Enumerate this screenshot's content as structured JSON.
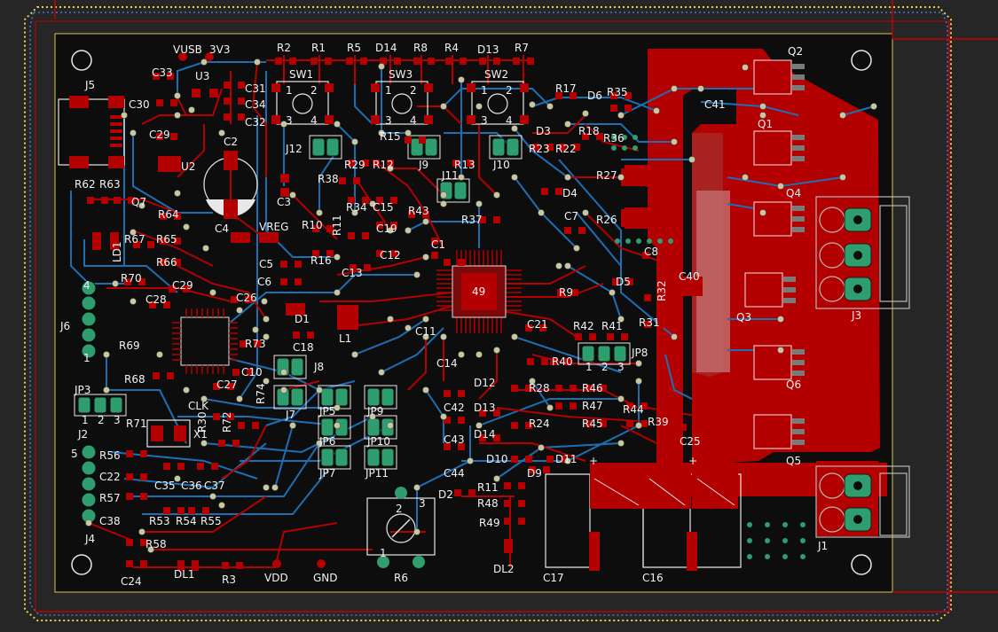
{
  "colors": {
    "background": "#262626",
    "board": "#0d0d0d",
    "front_copper": "#b30000",
    "back_copper": "#1e6eb4",
    "silkscreen": "#f2f2f2",
    "pad_green": "#2e9e6e",
    "via": "#c8c8a0",
    "edge_cuts": "#e8d24a",
    "outline_red": "#c00000"
  },
  "ic_label": "49",
  "labels": [
    {
      "id": "R2",
      "text": "R2"
    },
    {
      "id": "R1",
      "text": "R1"
    },
    {
      "id": "R5",
      "text": "R5"
    },
    {
      "id": "D14a",
      "text": "D14"
    },
    {
      "id": "R8",
      "text": "R8"
    },
    {
      "id": "R4",
      "text": "R4"
    },
    {
      "id": "D13a",
      "text": "D13"
    },
    {
      "id": "R7",
      "text": "R7"
    },
    {
      "id": "Q2",
      "text": "Q2"
    },
    {
      "id": "VUSB",
      "text": "VUSB"
    },
    {
      "id": "3V3",
      "text": "3V3"
    },
    {
      "id": "C33",
      "text": "C33"
    },
    {
      "id": "U3",
      "text": "U3"
    },
    {
      "id": "SW1",
      "text": "SW1"
    },
    {
      "id": "SW3",
      "text": "SW3"
    },
    {
      "id": "SW2",
      "text": "SW2"
    },
    {
      "id": "R17",
      "text": "R17"
    },
    {
      "id": "D6",
      "text": "D6"
    },
    {
      "id": "R35",
      "text": "R35"
    },
    {
      "id": "C41",
      "text": "C41"
    },
    {
      "id": "J5",
      "text": "J5"
    },
    {
      "id": "C31",
      "text": "C31"
    },
    {
      "id": "C30",
      "text": "C30"
    },
    {
      "id": "C34",
      "text": "C34"
    },
    {
      "id": "C32",
      "text": "C32"
    },
    {
      "id": "Q1",
      "text": "Q1"
    },
    {
      "id": "C29",
      "text": "C29"
    },
    {
      "id": "D3",
      "text": "D3"
    },
    {
      "id": "R18",
      "text": "R18"
    },
    {
      "id": "R36",
      "text": "R36"
    },
    {
      "id": "C2",
      "text": "C2"
    },
    {
      "id": "J12",
      "text": "J12"
    },
    {
      "id": "R15",
      "text": "R15"
    },
    {
      "id": "R23",
      "text": "R23"
    },
    {
      "id": "R22",
      "text": "R22"
    },
    {
      "id": "U2",
      "text": "U2"
    },
    {
      "id": "R29",
      "text": "R29"
    },
    {
      "id": "R12",
      "text": "R12"
    },
    {
      "id": "J9",
      "text": "J9"
    },
    {
      "id": "R13",
      "text": "R13"
    },
    {
      "id": "J10",
      "text": "J10"
    },
    {
      "id": "R27",
      "text": "R27"
    },
    {
      "id": "R62",
      "text": "R62"
    },
    {
      "id": "R63",
      "text": "R63"
    },
    {
      "id": "R38",
      "text": "R38"
    },
    {
      "id": "J11",
      "text": "J11"
    },
    {
      "id": "D4",
      "text": "D4"
    },
    {
      "id": "Q4",
      "text": "Q4"
    },
    {
      "id": "Q7",
      "text": "Q7"
    },
    {
      "id": "C3",
      "text": "C3"
    },
    {
      "id": "R34",
      "text": "R34"
    },
    {
      "id": "C15",
      "text": "C15"
    },
    {
      "id": "R64",
      "text": "R64"
    },
    {
      "id": "R43",
      "text": "R43"
    },
    {
      "id": "R37",
      "text": "R37"
    },
    {
      "id": "C7",
      "text": "C7"
    },
    {
      "id": "R26",
      "text": "R26"
    },
    {
      "id": "VREG",
      "text": "VREG"
    },
    {
      "id": "R10",
      "text": "R10"
    },
    {
      "id": "R11",
      "text": "R11"
    },
    {
      "id": "C19",
      "text": "C19"
    },
    {
      "id": "C4",
      "text": "C4"
    },
    {
      "id": "R67",
      "text": "R67"
    },
    {
      "id": "R65",
      "text": "R65"
    },
    {
      "id": "LD1",
      "text": "LD1"
    },
    {
      "id": "C1",
      "text": "C1"
    },
    {
      "id": "C12",
      "text": "C12"
    },
    {
      "id": "C5",
      "text": "C5"
    },
    {
      "id": "R16",
      "text": "R16"
    },
    {
      "id": "R66",
      "text": "R66"
    },
    {
      "id": "C8",
      "text": "C8"
    },
    {
      "id": "J3",
      "text": "J3"
    },
    {
      "id": "C13",
      "text": "C13"
    },
    {
      "id": "C6",
      "text": "C6"
    },
    {
      "id": "R70",
      "text": "R70"
    },
    {
      "id": "C40",
      "text": "C40"
    },
    {
      "id": "C29b",
      "text": "C29"
    },
    {
      "id": "D5",
      "text": "D5"
    },
    {
      "id": "R32",
      "text": "R32"
    },
    {
      "id": "C28",
      "text": "C28"
    },
    {
      "id": "C26",
      "text": "C26"
    },
    {
      "id": "R9",
      "text": "R9"
    },
    {
      "id": "D1",
      "text": "D1"
    },
    {
      "id": "Q3",
      "text": "Q3"
    },
    {
      "id": "J6",
      "text": "J6"
    },
    {
      "id": "R42",
      "text": "R42"
    },
    {
      "id": "R41",
      "text": "R41"
    },
    {
      "id": "C21",
      "text": "C21"
    },
    {
      "id": "R31",
      "text": "R31"
    },
    {
      "id": "L1",
      "text": "L1"
    },
    {
      "id": "C11",
      "text": "C11"
    },
    {
      "id": "R69",
      "text": "R69"
    },
    {
      "id": "R73",
      "text": "R73"
    },
    {
      "id": "C18",
      "text": "C18"
    },
    {
      "id": "JP8",
      "text": "JP8"
    },
    {
      "id": "R40",
      "text": "R40"
    },
    {
      "id": "C14",
      "text": "C14"
    },
    {
      "id": "J8",
      "text": "J8"
    },
    {
      "id": "C10",
      "text": "C10"
    },
    {
      "id": "Q6",
      "text": "Q6"
    },
    {
      "id": "R68",
      "text": "R68"
    },
    {
      "id": "C27",
      "text": "C27"
    },
    {
      "id": "D12",
      "text": "D12"
    },
    {
      "id": "R28",
      "text": "R28"
    },
    {
      "id": "R46",
      "text": "R46"
    },
    {
      "id": "JP3",
      "text": "JP3"
    },
    {
      "id": "R74",
      "text": "R74"
    },
    {
      "id": "CLK",
      "text": "CLK"
    },
    {
      "id": "C42",
      "text": "C42"
    },
    {
      "id": "D13",
      "text": "D13"
    },
    {
      "id": "R47",
      "text": "R47"
    },
    {
      "id": "R44",
      "text": "R44"
    },
    {
      "id": "J7",
      "text": "J7"
    },
    {
      "id": "JP5",
      "text": "JP5"
    },
    {
      "id": "JP9",
      "text": "JP9"
    },
    {
      "id": "R24",
      "text": "R24"
    },
    {
      "id": "R45",
      "text": "R45"
    },
    {
      "id": "R39",
      "text": "R39"
    },
    {
      "id": "R71",
      "text": "R71"
    },
    {
      "id": "X1",
      "text": "X1"
    },
    {
      "id": "R30",
      "text": "R30"
    },
    {
      "id": "R72",
      "text": "R72"
    },
    {
      "id": "C43",
      "text": "C43"
    },
    {
      "id": "D14",
      "text": "D14"
    },
    {
      "id": "C25",
      "text": "C25"
    },
    {
      "id": "JP6",
      "text": "JP6"
    },
    {
      "id": "JP10",
      "text": "JP10"
    },
    {
      "id": "J2",
      "text": "J2"
    },
    {
      "id": "R56",
      "text": "R56"
    },
    {
      "id": "D10",
      "text": "D10"
    },
    {
      "id": "D11",
      "text": "D11"
    },
    {
      "id": "Q5",
      "text": "Q5"
    },
    {
      "id": "C22",
      "text": "C22"
    },
    {
      "id": "C44",
      "text": "C44"
    },
    {
      "id": "D9",
      "text": "D9"
    },
    {
      "id": "JP7",
      "text": "JP7"
    },
    {
      "id": "JP11",
      "text": "JP11"
    },
    {
      "id": "C35",
      "text": "C35"
    },
    {
      "id": "C36",
      "text": "C36"
    },
    {
      "id": "C37",
      "text": "C37"
    },
    {
      "id": "R57",
      "text": "R57"
    },
    {
      "id": "D2",
      "text": "D2"
    },
    {
      "id": "R11b",
      "text": "R11"
    },
    {
      "id": "R48",
      "text": "R48"
    },
    {
      "id": "C38",
      "text": "C38"
    },
    {
      "id": "R53",
      "text": "R53"
    },
    {
      "id": "R54",
      "text": "R54"
    },
    {
      "id": "R55",
      "text": "R55"
    },
    {
      "id": "R49",
      "text": "R49"
    },
    {
      "id": "J4",
      "text": "J4"
    },
    {
      "id": "R58",
      "text": "R58"
    },
    {
      "id": "J1",
      "text": "J1"
    },
    {
      "id": "C24",
      "text": "C24"
    },
    {
      "id": "DL1",
      "text": "DL1"
    },
    {
      "id": "R3",
      "text": "R3"
    },
    {
      "id": "VDD",
      "text": "VDD"
    },
    {
      "id": "GND",
      "text": "GND"
    },
    {
      "id": "R6",
      "text": "R6"
    },
    {
      "id": "DL2",
      "text": "DL2"
    },
    {
      "id": "C17",
      "text": "C17"
    },
    {
      "id": "C16",
      "text": "C16"
    },
    {
      "id": "J5pin",
      "text": "5"
    },
    {
      "id": "JP3p1",
      "text": "1"
    },
    {
      "id": "JP3p2",
      "text": "2"
    },
    {
      "id": "JP3p3",
      "text": "3"
    },
    {
      "id": "JP8p1",
      "text": "1"
    },
    {
      "id": "JP8p2",
      "text": "2"
    },
    {
      "id": "JP8p3",
      "text": "3"
    },
    {
      "id": "SW1p1",
      "text": "1"
    },
    {
      "id": "SW1p2",
      "text": "2"
    },
    {
      "id": "SW1p3",
      "text": "3"
    },
    {
      "id": "SW1p4",
      "text": "4"
    },
    {
      "id": "SW3p1",
      "text": "1"
    },
    {
      "id": "SW3p2",
      "text": "2"
    },
    {
      "id": "SW3p3",
      "text": "3"
    },
    {
      "id": "SW3p4",
      "text": "4"
    },
    {
      "id": "SW2p1",
      "text": "1"
    },
    {
      "id": "SW2p2",
      "text": "2"
    },
    {
      "id": "SW2p3",
      "text": "3"
    },
    {
      "id": "SW2p4",
      "text": "4"
    },
    {
      "id": "R6p1",
      "text": "1"
    },
    {
      "id": "R6p2",
      "text": "2"
    },
    {
      "id": "R6p3",
      "text": "3"
    },
    {
      "id": "J6p1",
      "text": "1"
    },
    {
      "id": "J6p4",
      "text": "4"
    },
    {
      "id": "C17plus",
      "text": "+"
    },
    {
      "id": "C16plus",
      "text": "+"
    }
  ]
}
